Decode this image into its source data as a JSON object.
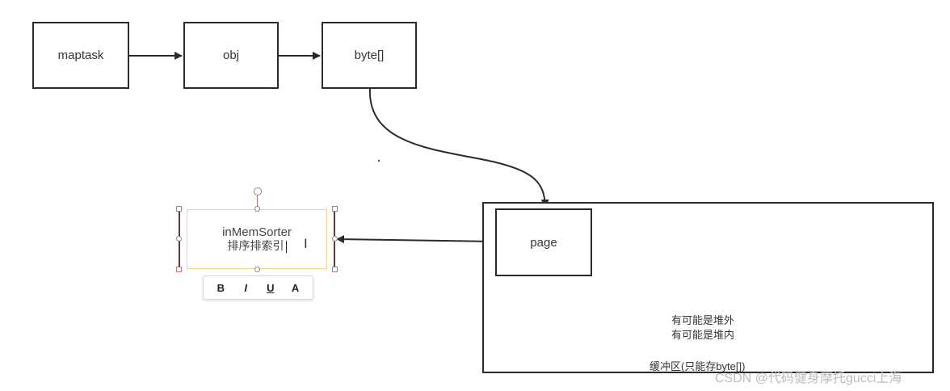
{
  "nodes": {
    "maptask": "maptask",
    "obj": "obj",
    "byte": "byte[]",
    "page": "page"
  },
  "selected_node": {
    "line1": "inMemSorter",
    "line2": "排序排索引"
  },
  "toolbar": {
    "bold": "B",
    "italic": "I",
    "underline": "U",
    "font_color": "A"
  },
  "buffer": {
    "note_line1": "有可能是堆外",
    "note_line2": "有可能是堆内",
    "label": "缓冲区(只能存byte[])"
  },
  "watermark": "CSDN @代码健身摩托gucci上海",
  "colors": {
    "border": "#2b2b2b",
    "selection_handle": "#b07a7a",
    "selection_outline": "#f3d28a",
    "watermark": "#bdbdbd"
  }
}
